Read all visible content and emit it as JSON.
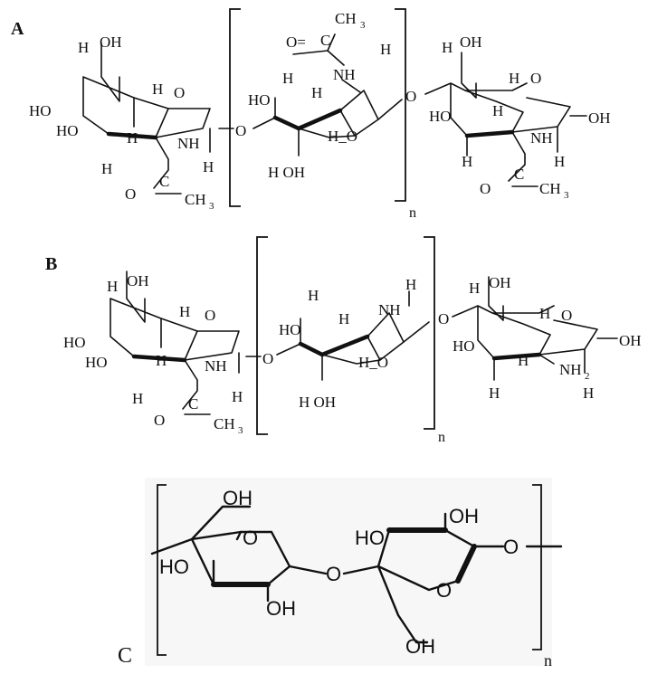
{
  "panels": {
    "a": {
      "letter": "A",
      "sub": "n"
    },
    "b": {
      "letter": "B",
      "sub": "n"
    },
    "c": {
      "letter": "C",
      "sub": "n"
    }
  },
  "atoms": {
    "H": "H",
    "O": "O",
    "HO": "HO",
    "OH": "OH",
    "NH": "NH",
    "C": "C",
    "CH3": "CH",
    "sub3": "3",
    "NH2": "NH",
    "sub2": "2",
    "O_eq": "O=",
    "HOH": "H OH",
    "H_O": "H_O",
    "OO": "O"
  }
}
